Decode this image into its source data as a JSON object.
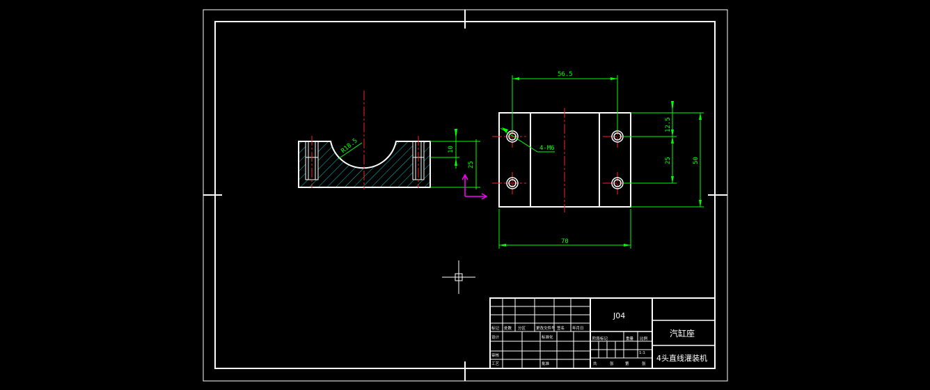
{
  "colors": {
    "background": "#000000",
    "outline": "#ffffff",
    "centerline": "#ff2020",
    "dimension": "#00ff00",
    "hatch": "#00c8c8",
    "ucs": "#ff00ff"
  },
  "drawing": {
    "section_view": {
      "dim_radius": "R18.5",
      "dim_depth": "10",
      "dim_height": "25"
    },
    "top_view": {
      "dim_top": "56.5",
      "dim_width": "70",
      "dim_right_upper": "12.5",
      "dim_right_lower": "25",
      "dim_right_total": "50",
      "hole_label": "4-M6"
    },
    "cursor": "crosshair-cursor"
  },
  "title_block": {
    "drawing_number": "J04",
    "part_name": "汽缸座",
    "assembly_name": "4头直线灌装机",
    "scale": "1:1",
    "left_header": [
      "标记",
      "处数",
      "分区",
      "更改文件号",
      "签名",
      "年月日"
    ],
    "left_row2": [
      "设计",
      "标准化"
    ],
    "left_row3": [
      "审核"
    ],
    "left_row4": [
      "工艺",
      "批准"
    ],
    "right_header": [
      "阶段标记",
      "重量",
      "比例"
    ],
    "right_footer": [
      "共",
      "张",
      "第",
      "张"
    ]
  }
}
